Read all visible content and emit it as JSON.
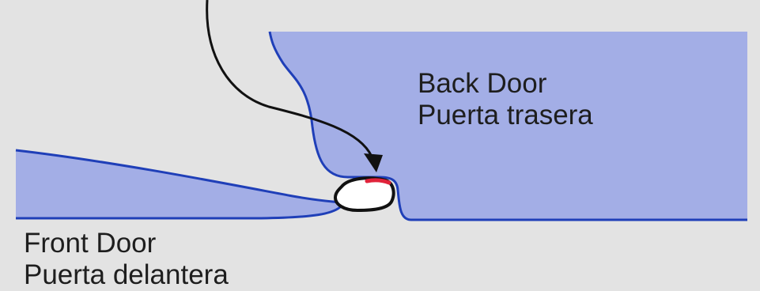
{
  "labels": {
    "back_door": {
      "en": "Back Door",
      "es": "Puerta trasera"
    },
    "front_door": {
      "en": "Front Door",
      "es": "Puerta delantera"
    }
  },
  "colors": {
    "background": "#e3e3e3",
    "door_fill": "#a3aee6",
    "door_outline": "#1f3fb8",
    "arrow": "#111111",
    "seal_highlight": "#e0233a",
    "seal_fill": "#ffffff"
  }
}
